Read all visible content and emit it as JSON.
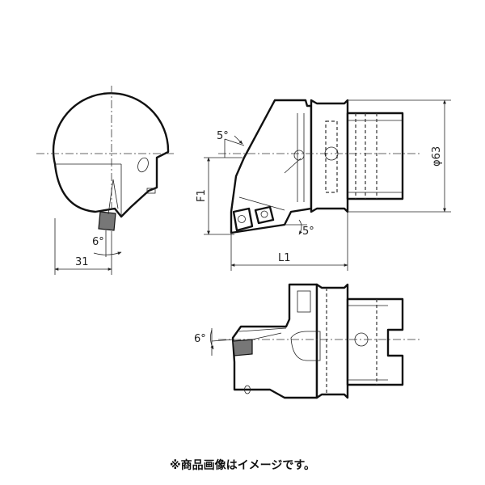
{
  "dimensions": {
    "width_31": "31",
    "angle_left": "6°",
    "angle_top": "5°",
    "angle_insert": "5°",
    "f1": "F1",
    "l1": "L1",
    "dia63": "φ63",
    "angle_bottom": "6°"
  },
  "caption": "※商品画像はイメージです。"
}
